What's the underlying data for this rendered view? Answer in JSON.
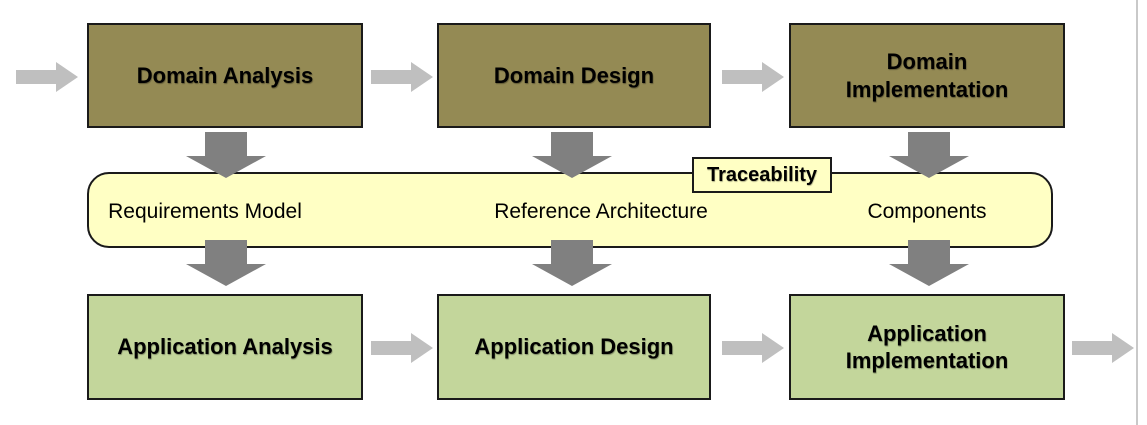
{
  "diagram": {
    "top_row": [
      {
        "label": "Domain Analysis"
      },
      {
        "label": "Domain Design"
      },
      {
        "label": "Domain\nImplementation"
      }
    ],
    "band": {
      "items": [
        {
          "label": "Requirements Model"
        },
        {
          "label": "Reference Architecture"
        },
        {
          "label": "Components"
        }
      ],
      "tag": "Traceability"
    },
    "bottom_row": [
      {
        "label": "Application Analysis"
      },
      {
        "label": "Application Design"
      },
      {
        "label": "Application\nImplementation"
      }
    ]
  },
  "colors": {
    "background": "#FFFFFF",
    "domain_box_fill": "#948A54",
    "application_box_fill": "#C3D69B",
    "band_fill": "#FFFFC4",
    "tag_fill": "#FFFFC4",
    "box_border": "#1A1A1A",
    "arrow_down": "#808080",
    "arrow_right": "#BFBFBF",
    "page_edge": "#C9C9C9"
  }
}
